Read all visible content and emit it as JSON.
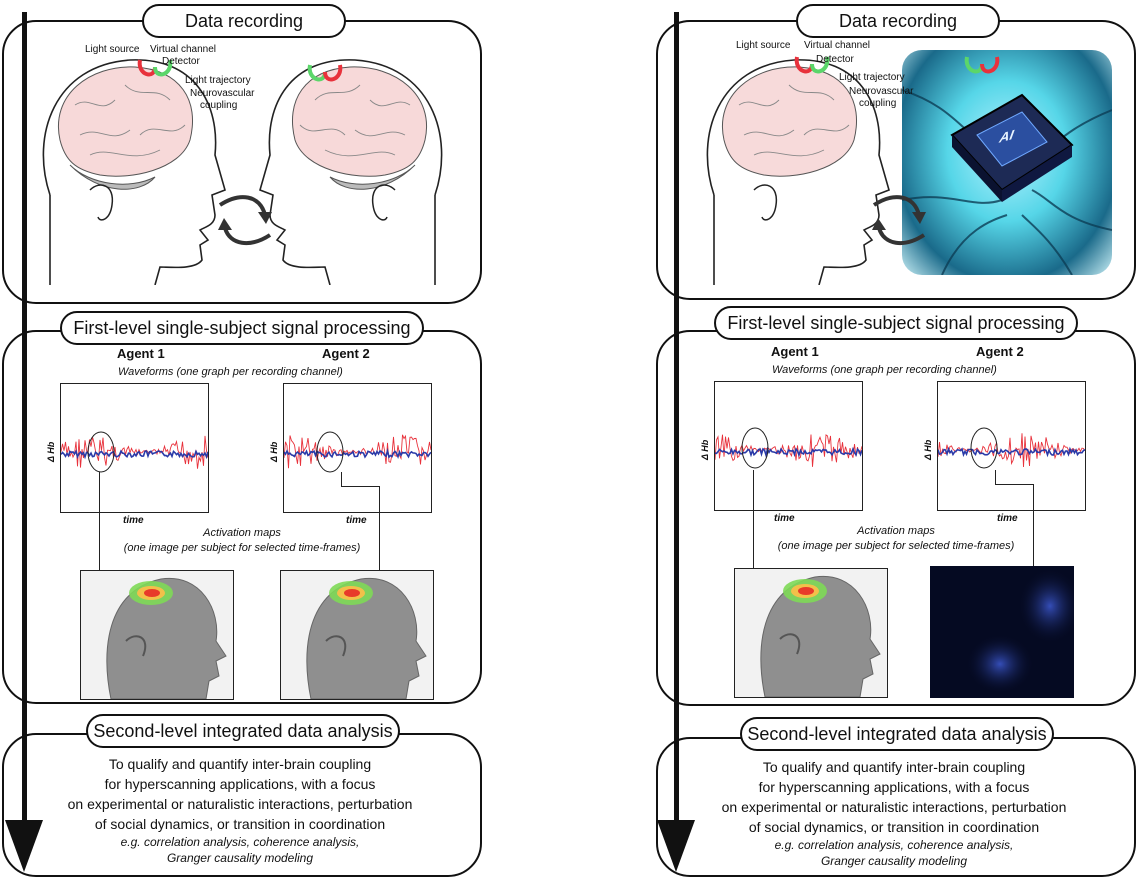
{
  "panels": [
    {
      "section1_title": "Data recording",
      "labels": {
        "light_source": "Light source",
        "virtual_channel": "Virtual channel",
        "detector": "Detector",
        "light_trajectory": "Light trajectory",
        "neurovascular_coupling_1": "Neurovascular",
        "neurovascular_coupling_2": "coupling"
      },
      "section2_title": "First-level single-subject signal processing",
      "agent1": "Agent 1",
      "agent2": "Agent 2",
      "waveforms_caption": "Waveforms (one graph per recording channel)",
      "y_axis": "Δ Hb",
      "x_axis": "time",
      "activation_caption_1": "Activation maps",
      "activation_caption_2": "(one image per subject for selected time-frames)",
      "section3_title": "Second-level integrated data analysis",
      "analysis_lines": [
        "To qualify and quantify inter-brain coupling",
        "for hyperscanning applications, with a focus",
        "on experimental or naturalistic interactions, perturbation",
        "of social dynamics, or transition in coordination"
      ],
      "analysis_examples_1": "e.g. correlation analysis, coherence analysis,",
      "analysis_examples_2": "Granger causality modeling"
    },
    {
      "section1_title": "Data recording",
      "labels": {
        "light_source": "Light source",
        "virtual_channel": "Virtual channel",
        "detector": "Detector",
        "light_trajectory": "Light trajectory",
        "neurovascular_coupling_1": "Neurovascular",
        "neurovascular_coupling_2": "coupling"
      },
      "chip_text": "AI",
      "section2_title": "First-level single-subject signal processing",
      "agent1": "Agent 1",
      "agent2": "Agent 2",
      "waveforms_caption": "Waveforms (one graph per recording channel)",
      "y_axis": "Δ Hb",
      "x_axis": "time",
      "activation_caption_1": "Activation maps",
      "activation_caption_2": "(one image per subject for selected time-frames)",
      "section3_title": "Second-level integrated data analysis",
      "analysis_lines": [
        "To qualify and quantify inter-brain coupling",
        "for hyperscanning applications, with a focus",
        "on experimental or naturalistic interactions, perturbation",
        "of social dynamics, or transition in coordination"
      ],
      "analysis_examples_1": "e.g. correlation analysis, coherence analysis,",
      "analysis_examples_2": "Granger causality modeling"
    }
  ],
  "colors": {
    "signal_red": "#e8323c",
    "signal_blue": "#2a3aa8",
    "activation_red": "#e83a2a",
    "activation_green": "#7ed957",
    "chip_cyan": "#56d6e8"
  }
}
